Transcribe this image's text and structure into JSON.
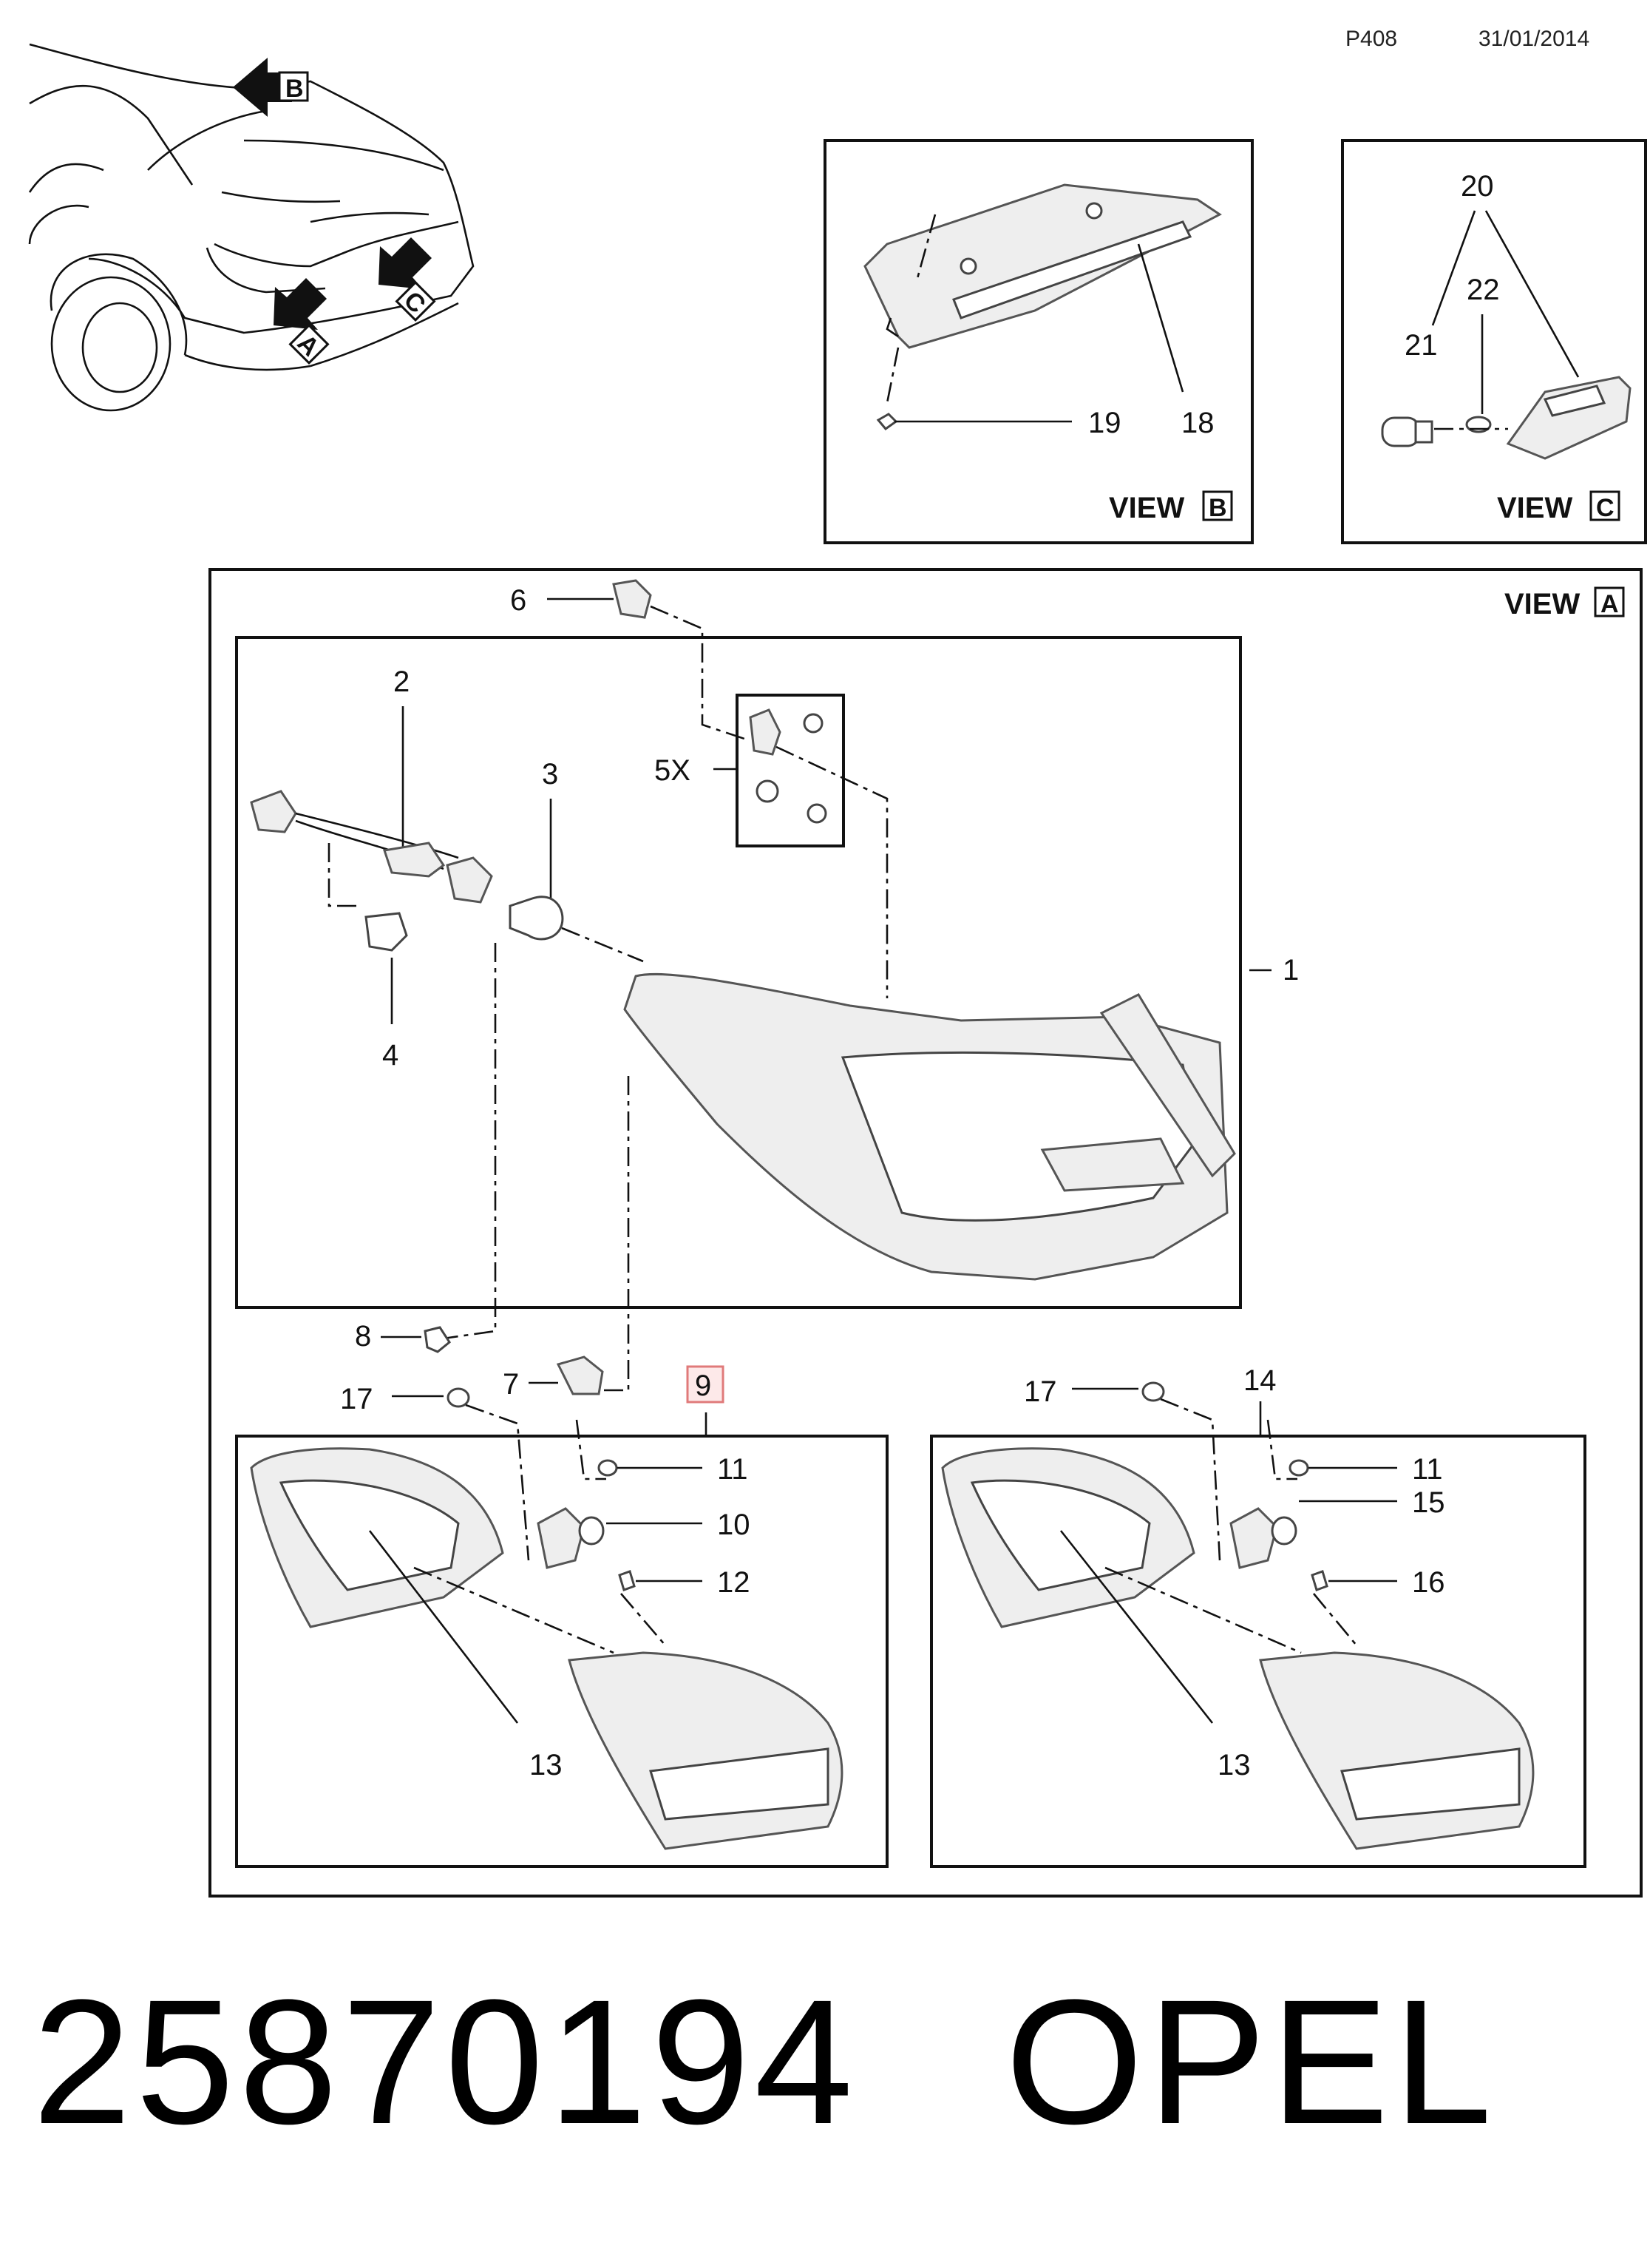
{
  "header": {
    "page_code": "P408",
    "date": "31/01/2014"
  },
  "views": {
    "a_title": "VIEW",
    "a_letter": "A",
    "b_title": "VIEW",
    "b_letter": "B",
    "c_title": "VIEW",
    "c_letter": "C"
  },
  "car_arrows": {
    "a": "A",
    "b": "B",
    "c": "C"
  },
  "callouts": {
    "c1": "1",
    "c2": "2",
    "c3": "3",
    "c4": "4",
    "c5x": "5X",
    "c6": "6",
    "c7": "7",
    "c8": "8",
    "c9": "9",
    "c10": "10",
    "c11a": "11",
    "c11b": "11",
    "c12": "12",
    "c13a": "13",
    "c13b": "13",
    "c14": "14",
    "c15": "15",
    "c16": "16",
    "c17a": "17",
    "c17b": "17",
    "c18": "18",
    "c19": "19",
    "c20": "20",
    "c21": "21",
    "c22": "22"
  },
  "highlight_color": "#e07a7a",
  "footer": {
    "part_number": "25870194",
    "brand": "OPEL"
  }
}
